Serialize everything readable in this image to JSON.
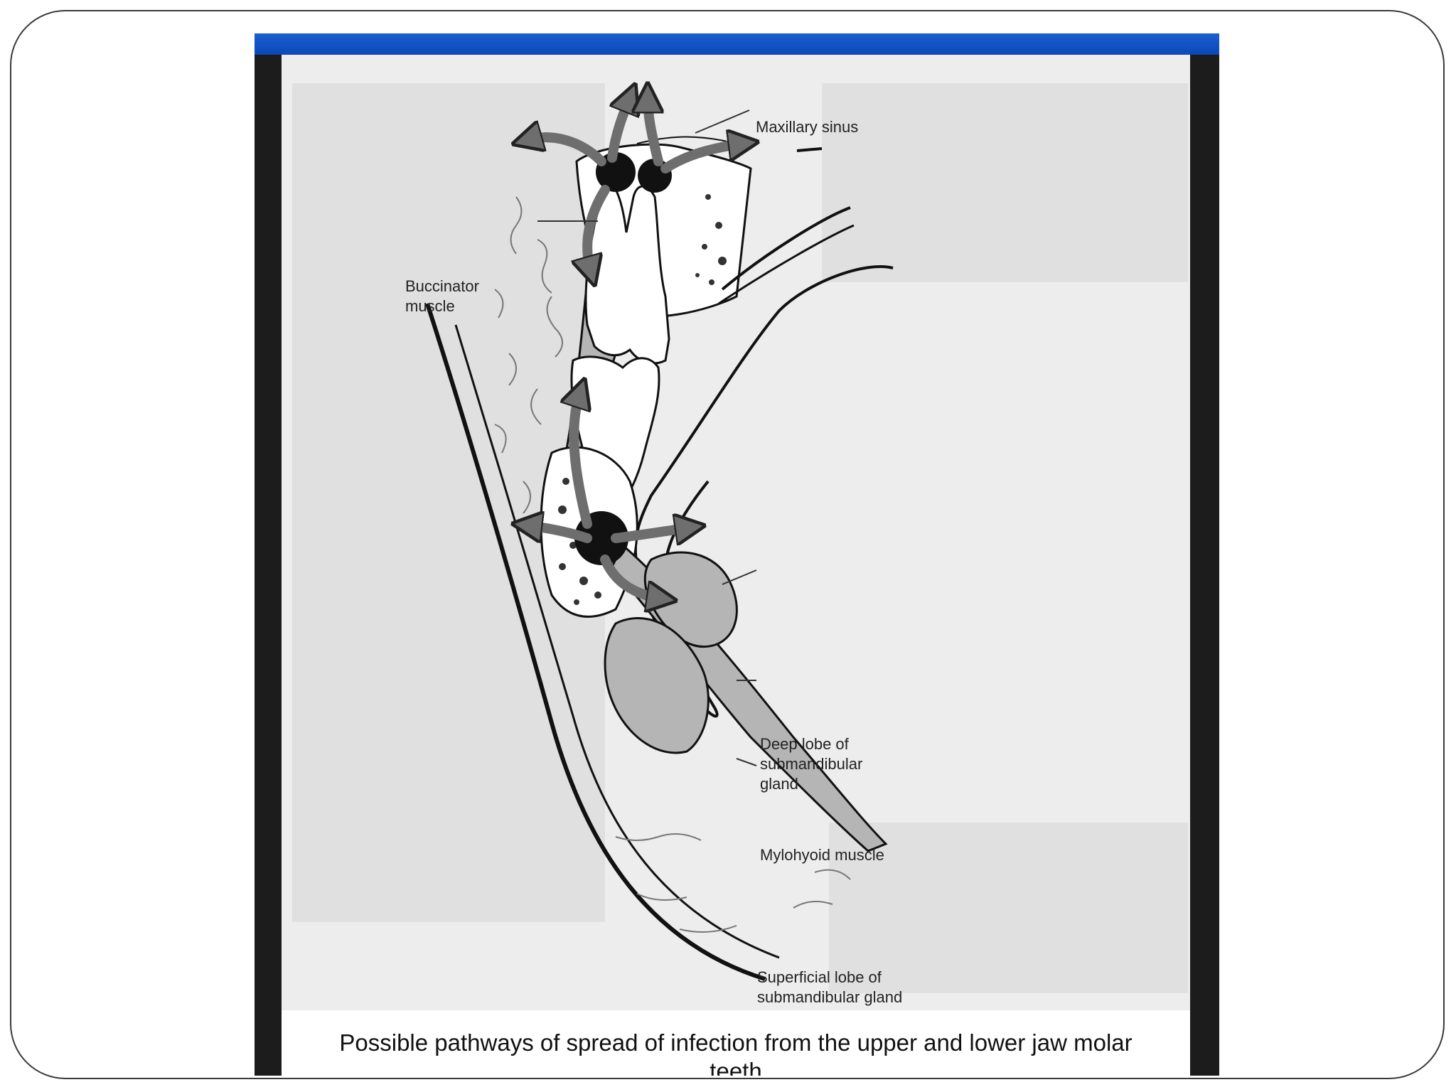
{
  "labels": {
    "maxillary_sinus": "Maxillary sinus",
    "buccinator_muscle": "Buccinator\nmuscle",
    "deep_lobe": "Deep lobe of\nsubmandibular\ngland",
    "mylohyoid_muscle": "Mylohyoid muscle",
    "superficial_lobe": "Superficial lobe of\nsubmandibular gland"
  },
  "caption": "Possible pathways of spread of infection from the upper and lower jaw molar\nteeth",
  "colors": {
    "frame_border": "#3a3a3a",
    "panel_dark": "#1c1c1c",
    "top_bar_blue": "#1155c4",
    "image_background": "#ededed",
    "tissue_gray": "#b5b5b5",
    "abscess_black": "#111111",
    "arrow_gray": "#6e6e6e"
  }
}
